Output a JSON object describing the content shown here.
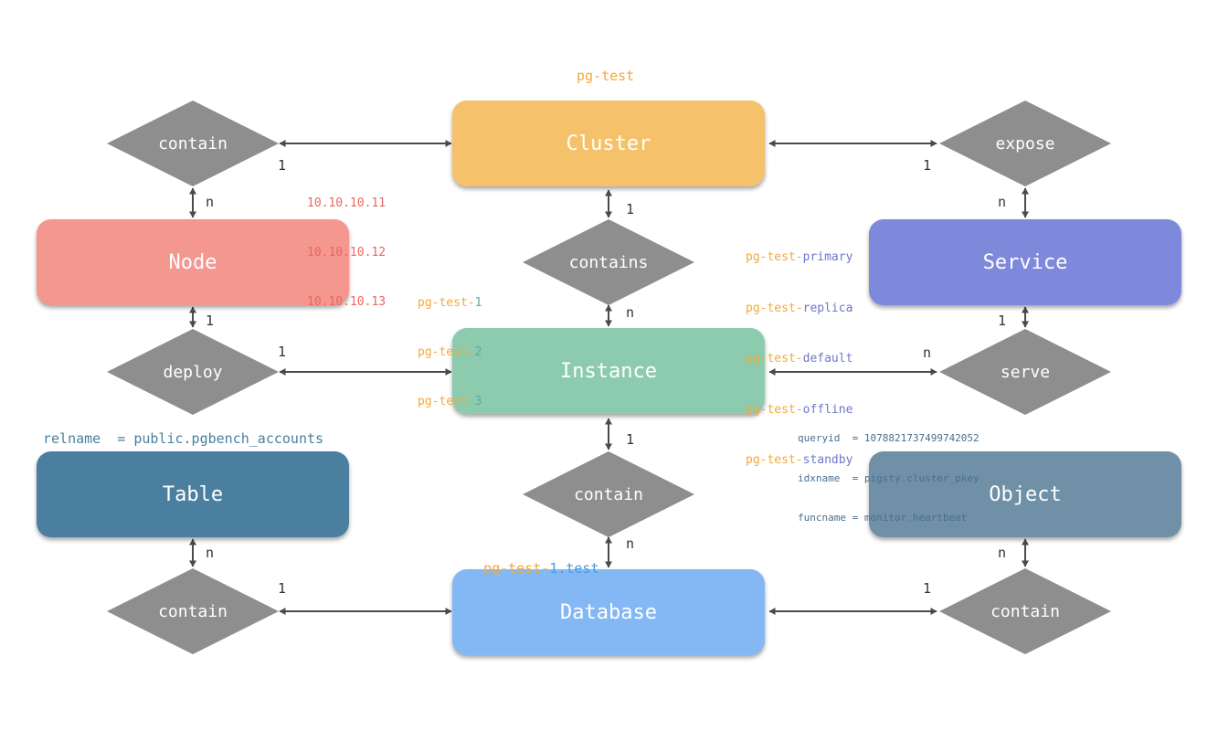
{
  "colors": {
    "cluster": "#f5c26b",
    "node": "#f3978f",
    "service": "#7f89dc",
    "instance": "#8ccbae",
    "table": "#4a7f9f",
    "object": "#6f90a6",
    "database": "#84b8f4",
    "relationship": "#8e8e8e",
    "edge": "#4a4a4a",
    "orange_text": "#f2a93b",
    "red_text": "#e8675f",
    "teal_text": "#5aab9a",
    "purple_text": "#6f78cc",
    "blue_text": "#4a7f9f",
    "db_suffix_text": "#4a9be0"
  },
  "entities": {
    "cluster": "Cluster",
    "node": "Node",
    "service": "Service",
    "instance": "Instance",
    "table": "Table",
    "object": "Object",
    "database": "Database"
  },
  "relationships": {
    "node_cluster": "contain",
    "cluster_service": "expose",
    "cluster_instance": "contains",
    "node_instance": "deploy",
    "service_instance": "serve",
    "instance_database": "contain",
    "table_database": "contain",
    "object_database": "contain"
  },
  "cardinalities": {
    "cluster_to_node_rel": "1",
    "node_to_node_rel": "n",
    "cluster_to_expose": "1",
    "service_to_expose": "n",
    "cluster_to_contains": "1",
    "instance_to_contains": "n",
    "node_to_deploy": "1",
    "instance_to_deploy": "1",
    "service_to_serve": "1",
    "instance_to_serve": "n",
    "instance_to_contain": "1",
    "database_to_contain": "n",
    "table_to_contain": "n",
    "database_to_table_rel": "1",
    "object_to_contain": "n",
    "database_to_object_rel": "1"
  },
  "annotations": {
    "cluster_name": "pg-test",
    "node_ips": [
      "10.10.10.11",
      "10.10.10.12",
      "10.10.10.13"
    ],
    "instances": [
      {
        "prefix": "pg-test-",
        "suffix": "1"
      },
      {
        "prefix": "pg-test-",
        "suffix": "2"
      },
      {
        "prefix": "pg-test-",
        "suffix": "3"
      }
    ],
    "services": [
      {
        "prefix": "pg-test-",
        "suffix": "primary"
      },
      {
        "prefix": "pg-test-",
        "suffix": "replica"
      },
      {
        "prefix": "pg-test-",
        "suffix": "default"
      },
      {
        "prefix": "pg-test-",
        "suffix": "offline"
      },
      {
        "prefix": "pg-test-",
        "suffix": "standby"
      }
    ],
    "objects": [
      "queryid  = 1078821737499742052",
      "idxname  = pigsty.cluster_pkey",
      "funcname = monitor.heartbeat"
    ],
    "table": "relname  = public.pgbench_accounts",
    "database": {
      "prefix": "pg-test-",
      "suffix": "1.test"
    }
  }
}
